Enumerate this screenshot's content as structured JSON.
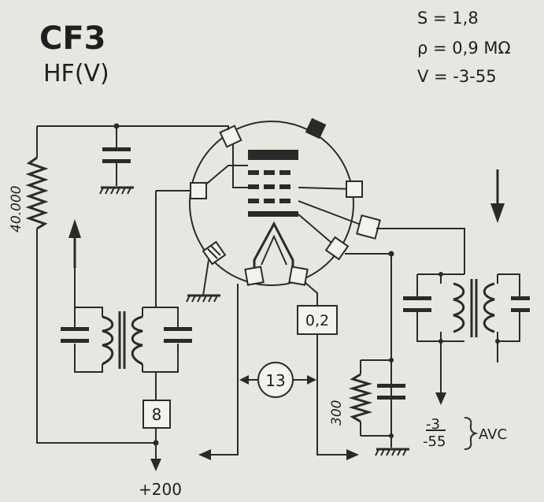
{
  "tube": {
    "type": "CF3",
    "function": "HF(V)"
  },
  "specs": {
    "slope": "S = 1,8",
    "resistance": "ρ = 0,9 MΩ",
    "bias": "V = -3-55"
  },
  "labels": {
    "plate_resistor": "40.000",
    "cathode_resistor": "300",
    "pin_circle": "13",
    "heater_box": "0,2",
    "coil_box": "8",
    "supply": "+200",
    "avc_top": "-3",
    "avc_bottom": "-55",
    "avc_label": "AVC"
  },
  "colors": {
    "background": "#e8e6e1",
    "ink": "#2b2b2b",
    "pin_fill": "#f2f2ee"
  }
}
